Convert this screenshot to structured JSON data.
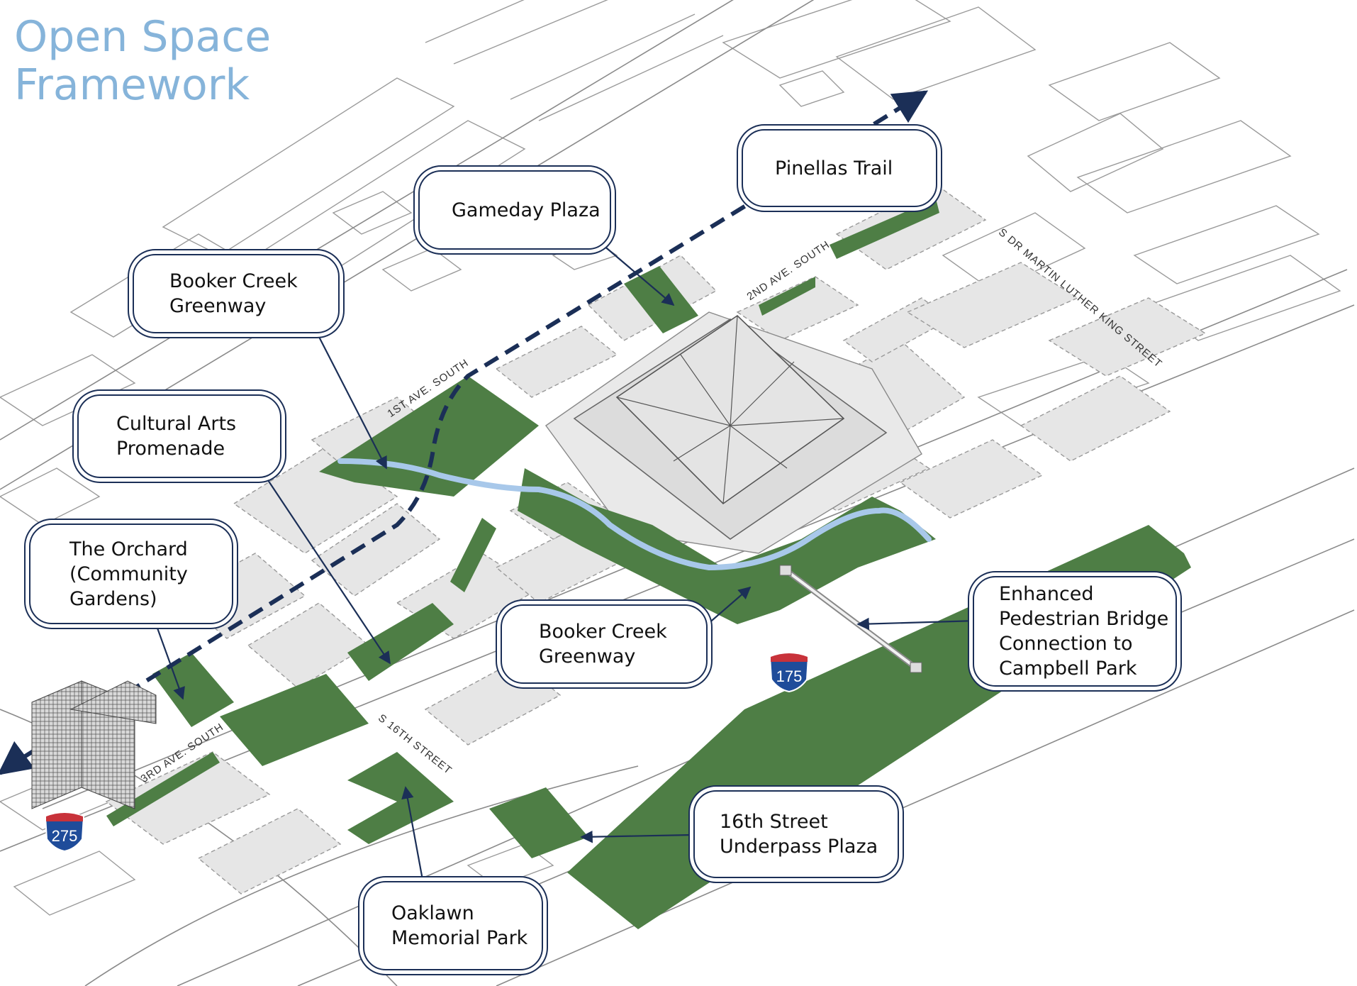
{
  "title": {
    "line1": "Open Space",
    "line2": "Framework"
  },
  "callouts": {
    "pinellas_trail": "Pinellas Trail",
    "gameday_plaza": "Gameday Plaza",
    "booker_creek_greenway_nw": "Booker Creek\nGreenway",
    "cultural_arts_promenade": "Cultural Arts\nPromenade",
    "the_orchard": "The Orchard\n(Community\nGardens)",
    "booker_creek_greenway_center": "Booker Creek\nGreenway",
    "enhanced_pedestrian_bridge": "Enhanced\nPedestrian Bridge\nConnection to\nCampbell Park",
    "underpass_plaza": "16th Street\nUnderpass Plaza",
    "oaklawn_memorial_park": "Oaklawn\nMemorial Park"
  },
  "streets": {
    "first_ave": "1ST AVE. SOUTH",
    "second_ave": "2ND AVE. SOUTH",
    "third_ave": "3RD AVE. SOUTH",
    "s_16th": "S 16TH STREET",
    "mlk": "S DR MARTIN LUTHER KING STREET"
  },
  "highways": {
    "i175": "175",
    "i275": "275"
  },
  "colors": {
    "title": "#86b4da",
    "green_space": "#4e7e45",
    "blocks": "#e6e6e6",
    "creek": "#a8c8ea",
    "trail": "#1b2f57",
    "callout_border": "#1b2f57"
  }
}
